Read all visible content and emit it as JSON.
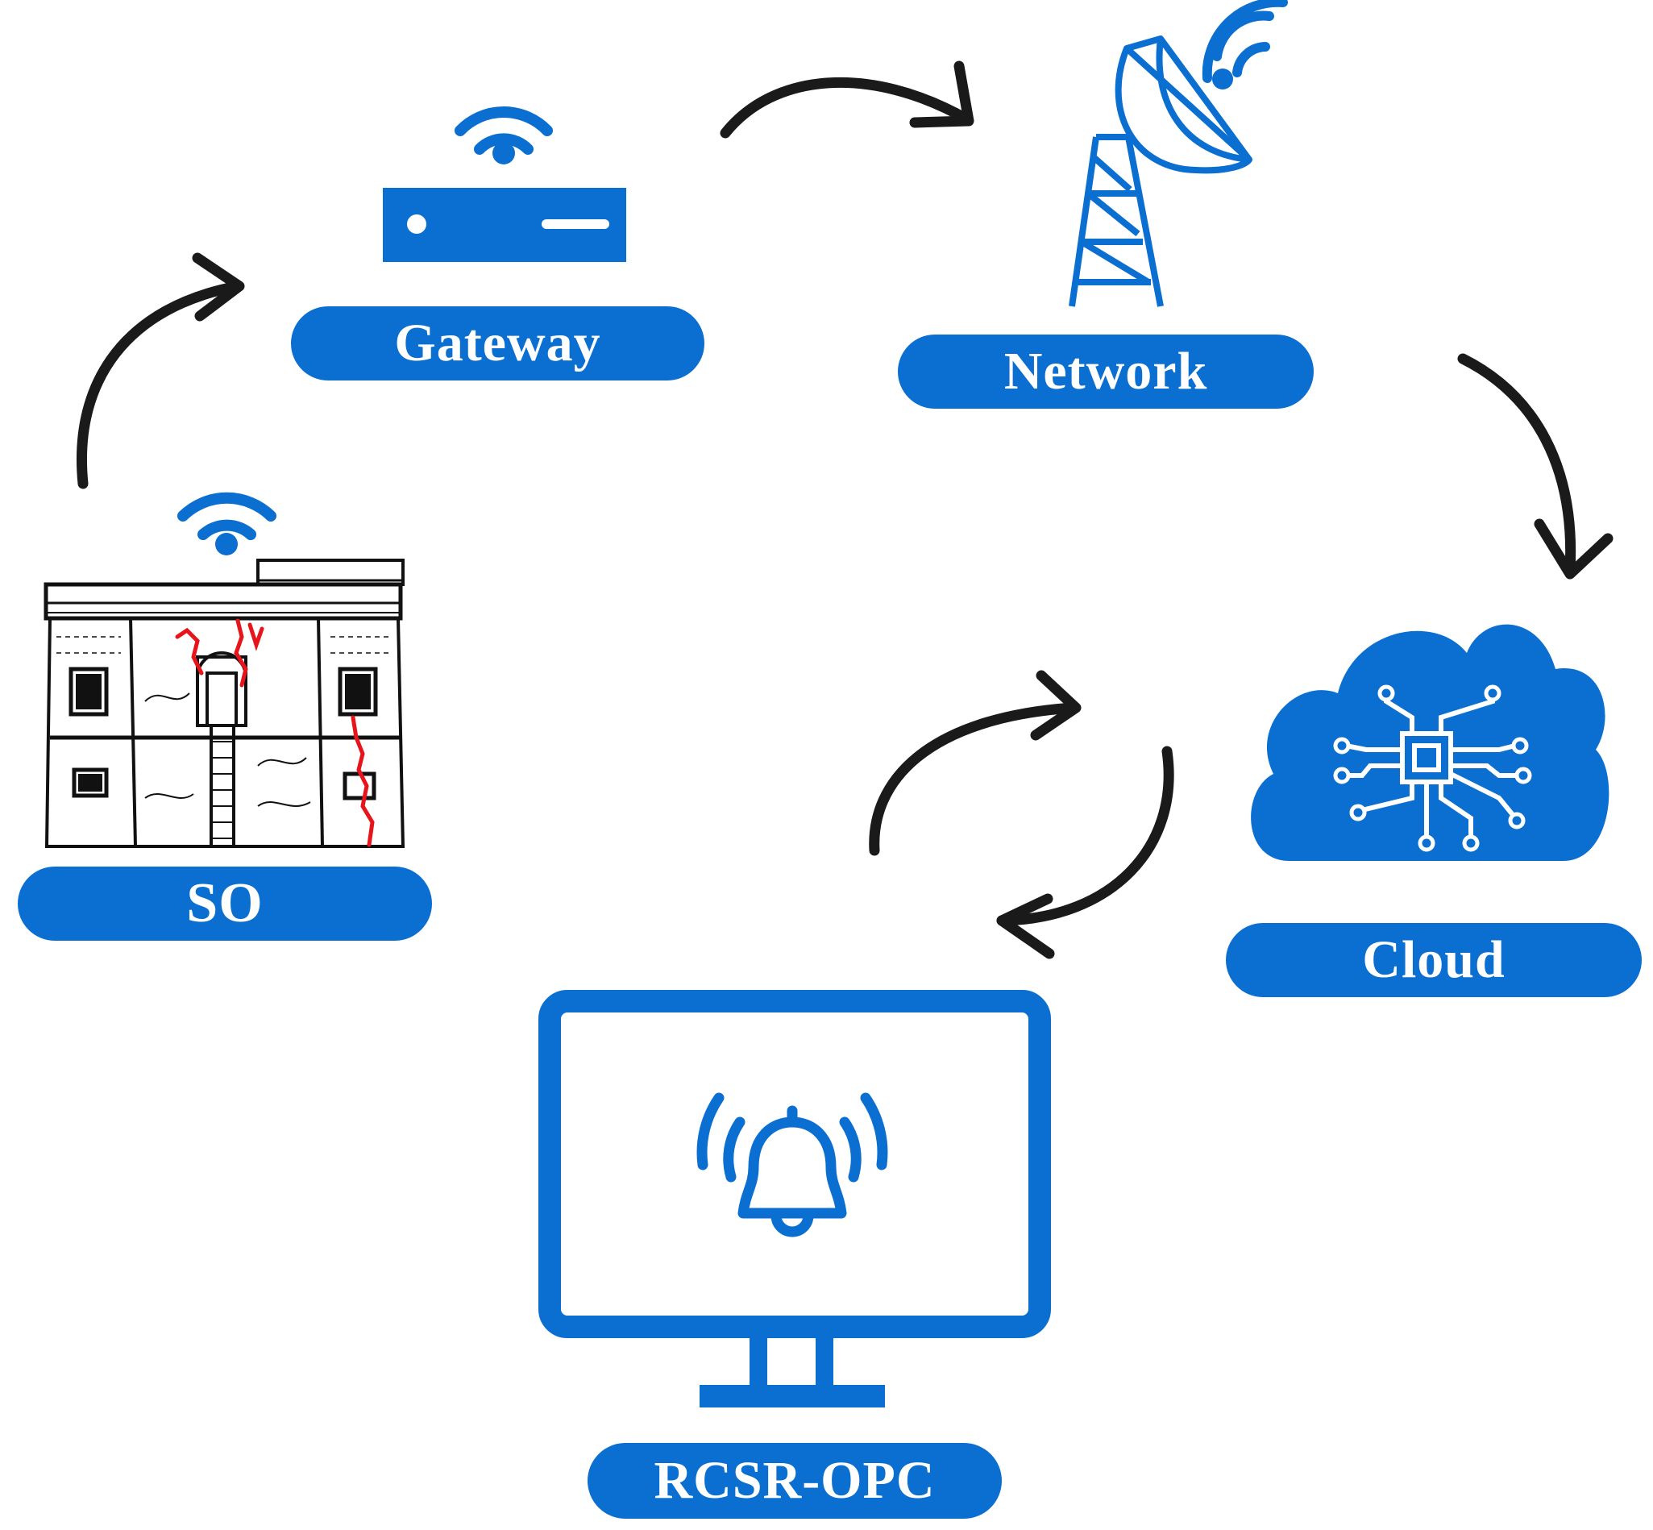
{
  "diagram": {
    "nodes": {
      "so": {
        "label": "SO",
        "icon": "historic-building-icon"
      },
      "gateway": {
        "label": "Gateway",
        "icon": "router-icon"
      },
      "network": {
        "label": "Network",
        "icon": "antenna-tower-icon"
      },
      "cloud": {
        "label": "Cloud",
        "icon": "cloud-chip-icon"
      },
      "rcsr_opc": {
        "label": "RCSR-OPC",
        "icon": "monitor-alarm-bell-icon"
      }
    },
    "edges": [
      {
        "from": "SO",
        "to": "Gateway"
      },
      {
        "from": "Gateway",
        "to": "Network"
      },
      {
        "from": "Network",
        "to": "Cloud"
      },
      {
        "from": "Cloud",
        "to": "RCSR-OPC"
      },
      {
        "from": "RCSR-OPC",
        "to": "Cloud"
      }
    ],
    "colors": {
      "accent": "#0a6fd0",
      "arrow": "#1a1a1a",
      "crack": "#e8141c",
      "text": "#ffffff"
    }
  }
}
